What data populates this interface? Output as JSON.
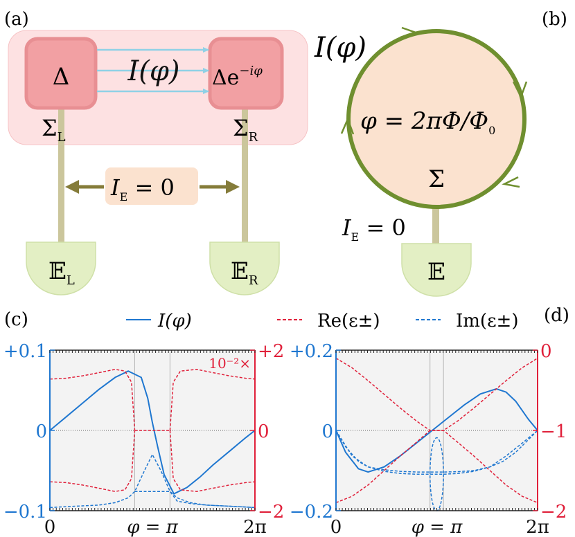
{
  "panels": {
    "a": "(a)",
    "b": "(b)",
    "c": "(c)",
    "d": "(d)"
  },
  "panel_a": {
    "left_gap": "Δ",
    "right_gap_base": "Δe",
    "right_gap_exp": "−iφ",
    "current_label": "I(φ)",
    "sigma": "Σ",
    "sigma_l_sub": "L",
    "sigma_r_sub": "R",
    "ie_main": "I",
    "ie_sub": "E",
    "ie_rest": " = 0",
    "bath_symbol": "𝔼",
    "bath_l_sub": "L",
    "bath_r_sub": "R"
  },
  "panel_b": {
    "current_label": "I(φ)",
    "phase_eq": "φ = 2πΦ/Φ",
    "phase_sub": "0",
    "sigma": "Σ",
    "ie_main": "I",
    "ie_sub": "E",
    "ie_rest": " = 0",
    "bath_symbol": "𝔼"
  },
  "legend": [
    {
      "label": "I(φ)",
      "style": "solid",
      "color": "#1f77d0"
    },
    {
      "label": "Re(ε±)",
      "style": "dashed",
      "color": "#e0203a"
    },
    {
      "label": "Im(ε±)",
      "style": "dashed",
      "color": "#1f77d0"
    }
  ],
  "colors": {
    "blue": "#1f77d0",
    "red": "#e0203a",
    "loop_green": "#6f8f2f",
    "pink_box": "#f3a4a6",
    "bath_green": "#e3efc4",
    "peach": "#fbe2cf",
    "wire": "#cbc69c"
  },
  "chart_data": [
    {
      "type": "line",
      "panel": "(c)",
      "xlim": [
        0,
        6.2832
      ],
      "ylim_left": [
        -0.1,
        0.1
      ],
      "ylim_right": [
        -2,
        2
      ],
      "left_ticks": [
        "+0.1",
        "0",
        "−0.1"
      ],
      "right_ticks": [
        "+2",
        "0",
        "−2"
      ],
      "x_ticks": [
        "0",
        "φ = π",
        "2π"
      ],
      "annotation": "10⁻²×",
      "ep_lines": [
        2.6,
        3.68
      ],
      "series": [
        {
          "axis": "left",
          "style": "solid",
          "color": "#1f77d0",
          "x": [
            0,
            0.5,
            1.0,
            1.5,
            2.0,
            2.4,
            2.8,
            3.0,
            3.14,
            3.3,
            3.5,
            3.8,
            4.2,
            4.6,
            5.0,
            5.5,
            6.0,
            6.2832
          ],
          "y": [
            0,
            0.017,
            0.034,
            0.051,
            0.066,
            0.074,
            0.066,
            0.04,
            0.01,
            -0.02,
            -0.055,
            -0.079,
            -0.071,
            -0.058,
            -0.043,
            -0.026,
            -0.009,
            0
          ]
        },
        {
          "axis": "right",
          "style": "dashed",
          "color": "#e0203a",
          "x": [
            0,
            0.5,
            1.0,
            1.5,
            2.0,
            2.3,
            2.5,
            2.6
          ],
          "y": [
            1.28,
            1.3,
            1.36,
            1.44,
            1.52,
            1.48,
            1.2,
            0
          ]
        },
        {
          "axis": "right",
          "style": "dashed",
          "color": "#e0203a",
          "x": [
            0,
            0.5,
            1.0,
            1.5,
            2.0,
            2.3,
            2.5,
            2.6
          ],
          "y": [
            -1.28,
            -1.3,
            -1.36,
            -1.44,
            -1.52,
            -1.48,
            -1.2,
            0
          ]
        },
        {
          "axis": "right",
          "style": "dashed",
          "color": "#e0203a",
          "x": [
            2.6,
            3.68
          ],
          "y": [
            0,
            0
          ]
        },
        {
          "axis": "right",
          "style": "dashed",
          "color": "#e0203a",
          "x": [
            3.68,
            3.78,
            4.0,
            4.5,
            5.0,
            5.5,
            6.0,
            6.2832
          ],
          "y": [
            0,
            1.2,
            1.48,
            1.52,
            1.44,
            1.36,
            1.3,
            1.28
          ]
        },
        {
          "axis": "right",
          "style": "dashed",
          "color": "#e0203a",
          "x": [
            3.68,
            3.78,
            4.0,
            4.5,
            5.0,
            5.5,
            6.0,
            6.2832
          ],
          "y": [
            0,
            -1.2,
            -1.48,
            -1.52,
            -1.44,
            -1.36,
            -1.3,
            -1.28
          ]
        },
        {
          "axis": "left",
          "style": "dashed",
          "color": "#1f77d0",
          "x": [
            0,
            0.5,
            1.0,
            1.5,
            2.0,
            2.4,
            2.6,
            2.9,
            3.14,
            3.4,
            3.68,
            3.9,
            4.3,
            4.8,
            5.3,
            5.8,
            6.2832
          ],
          "y": [
            -0.096,
            -0.095,
            -0.094,
            -0.093,
            -0.09,
            -0.084,
            -0.076,
            -0.05,
            -0.03,
            -0.05,
            -0.076,
            -0.084,
            -0.09,
            -0.093,
            -0.094,
            -0.095,
            -0.096
          ]
        },
        {
          "axis": "left",
          "style": "dashed",
          "color": "#1f77d0",
          "x": [
            2.6,
            3.68,
            3.9,
            4.3,
            4.8,
            5.3,
            5.8,
            6.2832
          ],
          "y": [
            -0.076,
            -0.076,
            -0.088,
            -0.091,
            -0.093,
            -0.094,
            -0.095,
            -0.096
          ]
        }
      ]
    },
    {
      "type": "line",
      "panel": "(d)",
      "xlim": [
        0,
        6.2832
      ],
      "ylim_left": [
        -0.22,
        0.22
      ],
      "ylim_right": [
        -2,
        0
      ],
      "left_ticks": [
        "+0.2",
        "0",
        "−0.2"
      ],
      "right_ticks": [
        "0",
        "−1",
        "−2"
      ],
      "x_ticks": [
        "0",
        "φ = π",
        "2π"
      ],
      "ep_lines": [
        2.93,
        3.35
      ],
      "series": [
        {
          "axis": "left",
          "style": "solid",
          "color": "#1f77d0",
          "x": [
            0,
            0.3,
            0.7,
            1.0,
            1.5,
            2.0,
            2.5,
            3.0,
            3.5,
            4.0,
            4.5,
            5.0,
            5.3,
            5.6,
            6.0,
            6.2832
          ],
          "y": [
            0,
            -0.06,
            -0.105,
            -0.114,
            -0.1,
            -0.07,
            -0.035,
            0,
            0.035,
            0.07,
            0.1,
            0.114,
            0.105,
            0.08,
            0.03,
            0
          ]
        },
        {
          "axis": "right",
          "style": "dashed",
          "color": "#e0203a",
          "x": [
            0,
            0.5,
            1.0,
            1.5,
            2.0,
            2.5,
            2.93,
            3.14,
            3.35,
            3.8,
            4.3,
            4.8,
            5.3,
            5.8,
            6.2832
          ],
          "y": [
            -0.1,
            -0.22,
            -0.38,
            -0.55,
            -0.72,
            -0.88,
            -1.0,
            -1.0,
            -1.0,
            -1.15,
            -1.32,
            -1.5,
            -1.68,
            -1.82,
            -1.9
          ]
        },
        {
          "axis": "right",
          "style": "dashed",
          "color": "#e0203a",
          "x": [
            0,
            0.5,
            1.0,
            1.5,
            2.0,
            2.5,
            2.93,
            3.14,
            3.35,
            3.8,
            4.3,
            4.8,
            5.3,
            5.8,
            6.2832
          ],
          "y": [
            -1.9,
            -1.82,
            -1.68,
            -1.5,
            -1.32,
            -1.15,
            -1.0,
            -1.0,
            -1.0,
            -0.88,
            -0.72,
            -0.55,
            -0.38,
            -0.22,
            -0.1
          ]
        },
        {
          "axis": "left",
          "style": "dashed",
          "color": "#1f77d0",
          "x": [
            0,
            0.3,
            0.7,
            1.0,
            1.5,
            2.0,
            2.5,
            2.93,
            3.35,
            3.8,
            4.3,
            4.8,
            5.2,
            5.6,
            6.0,
            6.2832
          ],
          "y": [
            0,
            -0.045,
            -0.085,
            -0.1,
            -0.108,
            -0.112,
            -0.114,
            -0.114,
            -0.114,
            -0.113,
            -0.11,
            -0.1,
            -0.085,
            -0.06,
            -0.025,
            0
          ]
        },
        {
          "axis": "left",
          "style": "dashed",
          "color": "#1f77d0",
          "x": [
            0,
            0.5,
            1.0,
            1.5,
            2.0,
            2.5,
            2.93,
            3.35,
            3.8,
            4.3,
            4.8,
            5.3,
            5.8,
            6.2832
          ],
          "y": [
            0,
            -0.07,
            -0.1,
            -0.112,
            -0.118,
            -0.12,
            -0.12,
            -0.12,
            -0.118,
            -0.112,
            -0.1,
            -0.07,
            -0.035,
            0
          ]
        }
      ],
      "ellipse": {
        "axis": "left",
        "cx": 3.14,
        "cy": -0.12,
        "rx": 0.21,
        "ry": 0.1
      }
    }
  ]
}
